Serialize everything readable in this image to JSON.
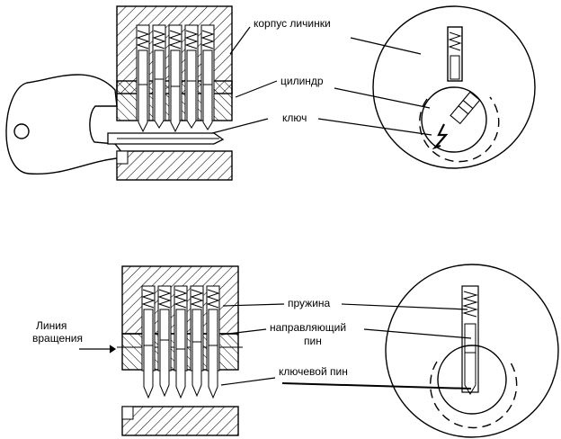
{
  "labels": {
    "housing": "корпус личинки",
    "cylinder": "цилиндр",
    "key": "ключ",
    "spring": "пружина",
    "driver_pin_1": "направляющий",
    "driver_pin_2": "пин",
    "key_pin": "ключевой пин",
    "shear_line_1": "Линия",
    "shear_line_2": "вращения"
  },
  "colors": {
    "ink": "#000000",
    "background": "#ffffff"
  }
}
